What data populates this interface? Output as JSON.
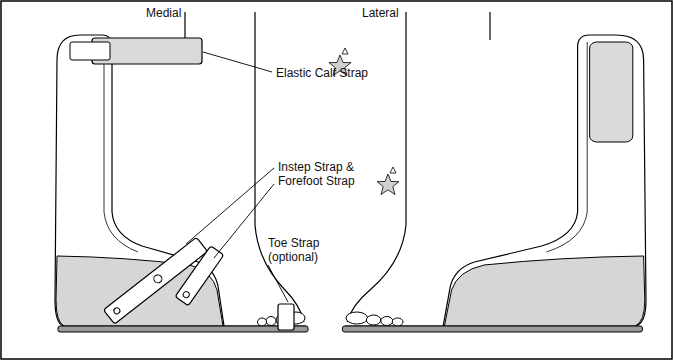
{
  "diagram": {
    "labels": [
      "Medial",
      "Lateral",
      "Elastic Calf Strap",
      "Instep Strap & Forefoot Strap",
      "Toe Strap (optional)"
    ]
  }
}
